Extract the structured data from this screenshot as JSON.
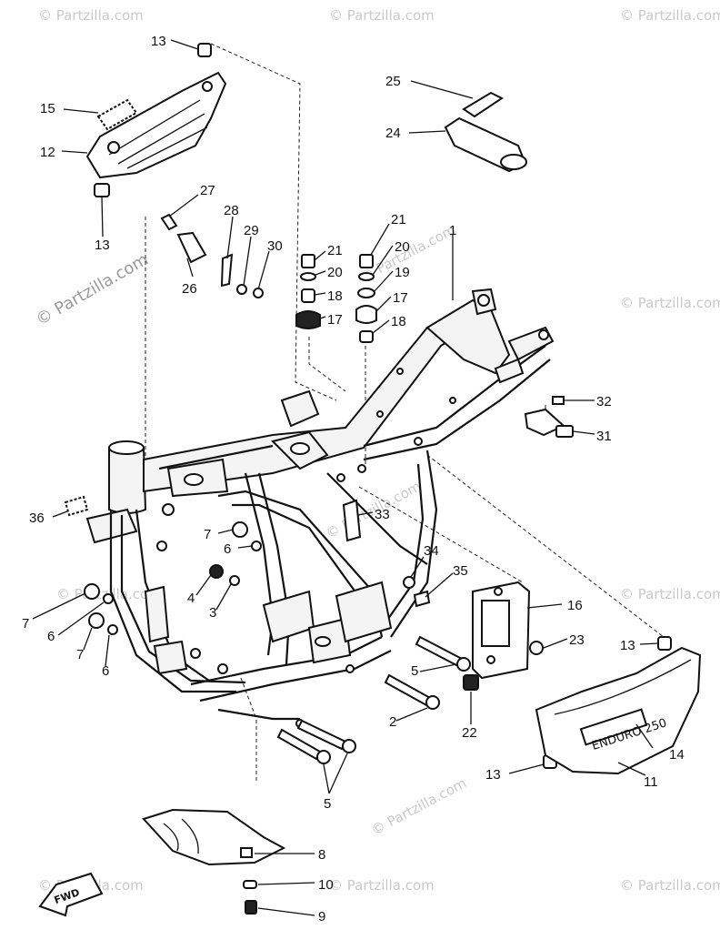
{
  "watermark": {
    "text": "© Partzilla.com"
  },
  "emblem_text": "ENDURO 250",
  "fwd_label": "FWD",
  "callouts": [
    "13",
    "15",
    "12",
    "13",
    "25",
    "24",
    "27",
    "28",
    "29",
    "30",
    "26",
    "21",
    "20",
    "18",
    "17",
    "21",
    "20",
    "19",
    "17",
    "18",
    "1",
    "32",
    "31",
    "36",
    "33",
    "7",
    "6",
    "34",
    "35",
    "16",
    "4",
    "3",
    "7",
    "6",
    "7",
    "6",
    "23",
    "13",
    "5",
    "2",
    "22",
    "14",
    "13",
    "11",
    "5",
    "8",
    "10",
    "9"
  ]
}
